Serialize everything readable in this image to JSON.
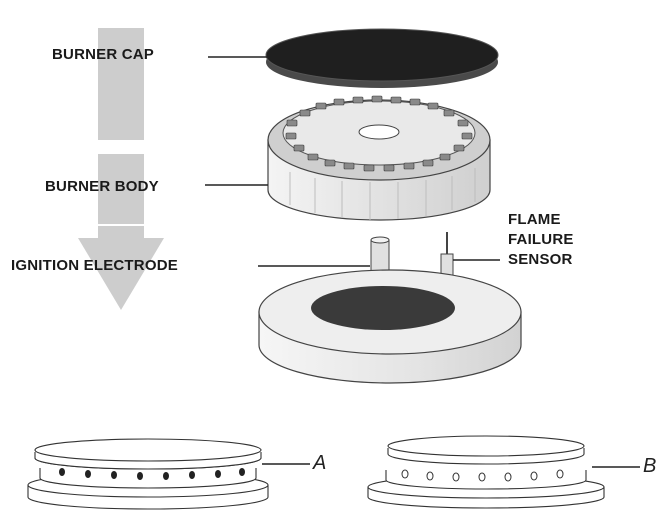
{
  "labels": {
    "burner_cap": "BURNER CAP",
    "burner_body": "BURNER  BODY",
    "ignition_electrode": "IGNITION ELECTRODE",
    "flame_failure_sensor": [
      "FLAME",
      "FAILURE",
      "SENSOR"
    ],
    "variant_a": "A",
    "variant_b": "B"
  },
  "colors": {
    "arrow": "#c8c8c8",
    "cap": "#2a2a2a",
    "outline": "#333333",
    "body_side": "#e6e6e6"
  }
}
